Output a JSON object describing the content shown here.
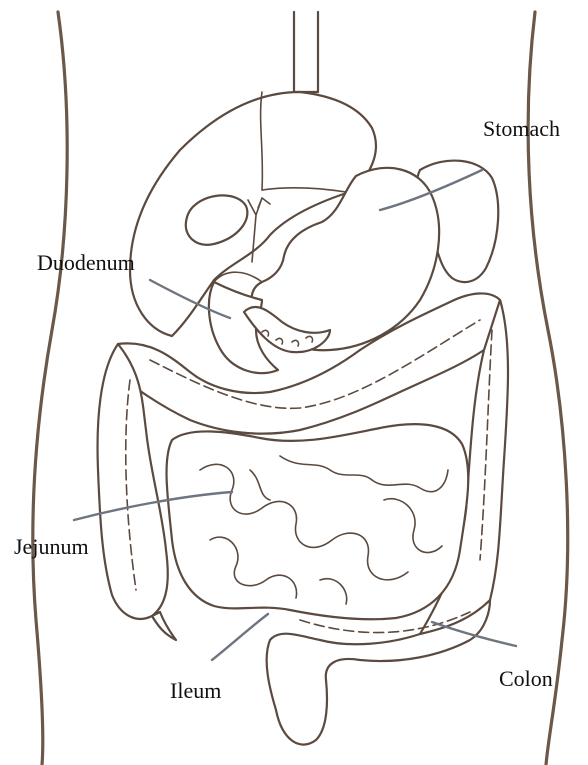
{
  "colors": {
    "outline": "#5b4a3f",
    "leader": "#6e7580",
    "text": "#111111"
  },
  "labels": {
    "stomach": "Stomach",
    "duodenum": "Duodenum",
    "jejunum": "Jejunum",
    "ileum": "Ileum",
    "colon": "Colon"
  }
}
